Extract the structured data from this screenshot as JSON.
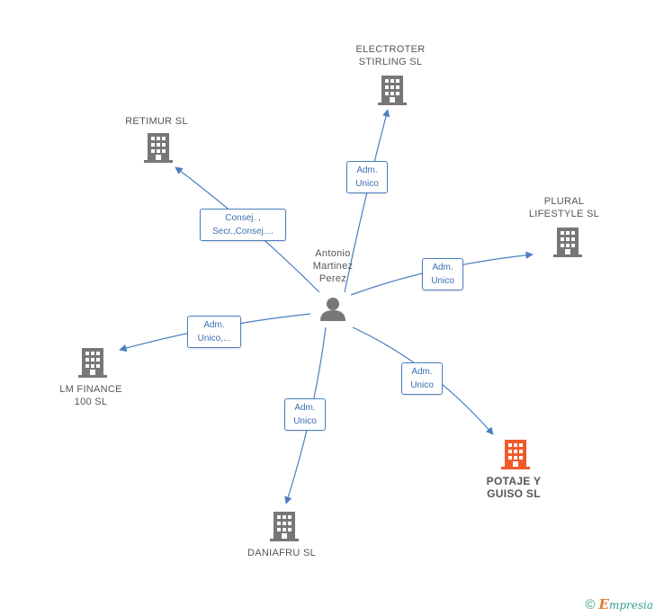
{
  "colors": {
    "edge": "#4a7fc1",
    "building": "#777777",
    "building_highlight": "#f15a2b",
    "person": "#777777"
  },
  "person": {
    "name_lines": [
      "Antonio",
      "Martinez",
      "Perez"
    ],
    "icon": "person-icon"
  },
  "companies": [
    {
      "id": "electroter",
      "lines": [
        "ELECTROTER",
        "STIRLING SL"
      ],
      "role": [
        "Adm.",
        "Unico"
      ],
      "highlight": false,
      "icon": "building-icon"
    },
    {
      "id": "retimur",
      "lines": [
        "RETIMUR  SL"
      ],
      "role": [
        "Consej. ,",
        "Secr.,Consej...."
      ],
      "highlight": false,
      "icon": "building-icon"
    },
    {
      "id": "plural",
      "lines": [
        "PLURAL",
        "LIFESTYLE SL"
      ],
      "role": [
        "Adm.",
        "Unico"
      ],
      "highlight": false,
      "icon": "building-icon"
    },
    {
      "id": "lmfinance",
      "lines": [
        "LM FINANCE",
        "100  SL"
      ],
      "role": [
        "Adm.",
        "Unico,..."
      ],
      "highlight": false,
      "icon": "building-icon"
    },
    {
      "id": "potaje",
      "lines": [
        "POTAJE Y",
        "GUISO SL"
      ],
      "role": [
        "Adm.",
        "Unico"
      ],
      "highlight": true,
      "icon": "building-icon"
    },
    {
      "id": "daniafru",
      "lines": [
        "DANIAFRU SL"
      ],
      "role": [
        "Adm.",
        "Unico"
      ],
      "highlight": false,
      "icon": "building-icon"
    }
  ],
  "footer": {
    "copyright": "©",
    "brand_initial": "E",
    "brand_rest": "mpresia"
  }
}
